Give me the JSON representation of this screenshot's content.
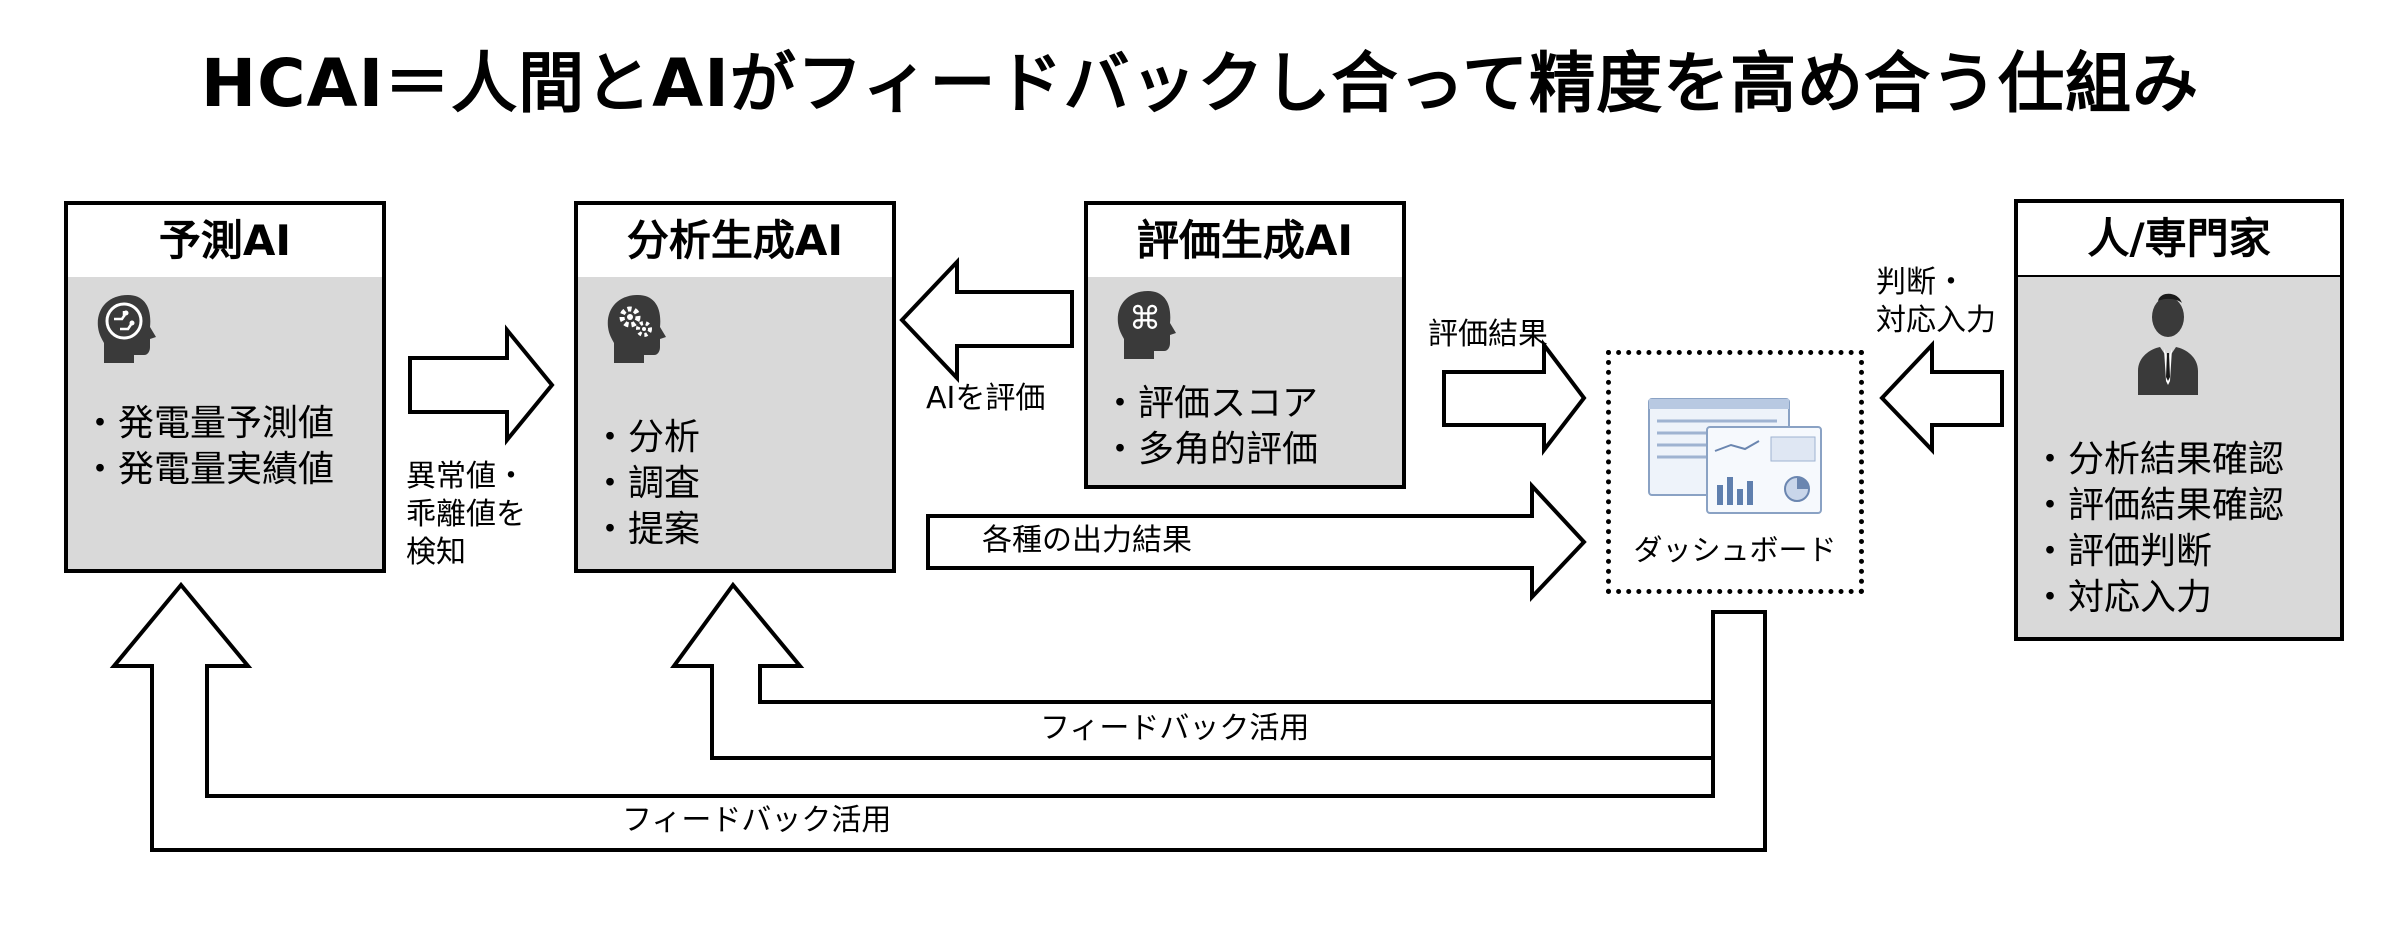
{
  "title": "HCAI＝人間とAIがフィードバックし合って精度を高め合う仕組み",
  "boxes": {
    "predict": {
      "header": "予測AI",
      "items": [
        "・発電量予測値",
        "・発電量実績値"
      ],
      "icon": "brain-circuit-head-icon"
    },
    "analysis": {
      "header": "分析生成AI",
      "items": [
        "・分析",
        "・調査",
        "・提案"
      ],
      "icon": "gear-head-icon"
    },
    "evaluation": {
      "header": "評価生成AI",
      "items": [
        "・評価スコア",
        "・多角的評価"
      ],
      "icon": "command-head-icon"
    },
    "human": {
      "header": "人/専門家",
      "items": [
        "・分析結果確認",
        "・評価結果確認",
        "・評価判断",
        "・対応入力"
      ],
      "icon": "businessman-icon"
    }
  },
  "labels": {
    "anomaly": [
      "異常値・",
      "乖離値を",
      "検知"
    ],
    "ai_eval": "AIを評価",
    "eval_result": "評価結果",
    "judgment": [
      "判断・",
      "対応入力"
    ],
    "outputs": "各種の出力結果",
    "feedback_inner": "フィードバック活用",
    "feedback_outer": "フィードバック活用"
  },
  "dashboard": {
    "label": "ダッシュボード",
    "icon": "dashboard-screens-icon"
  }
}
